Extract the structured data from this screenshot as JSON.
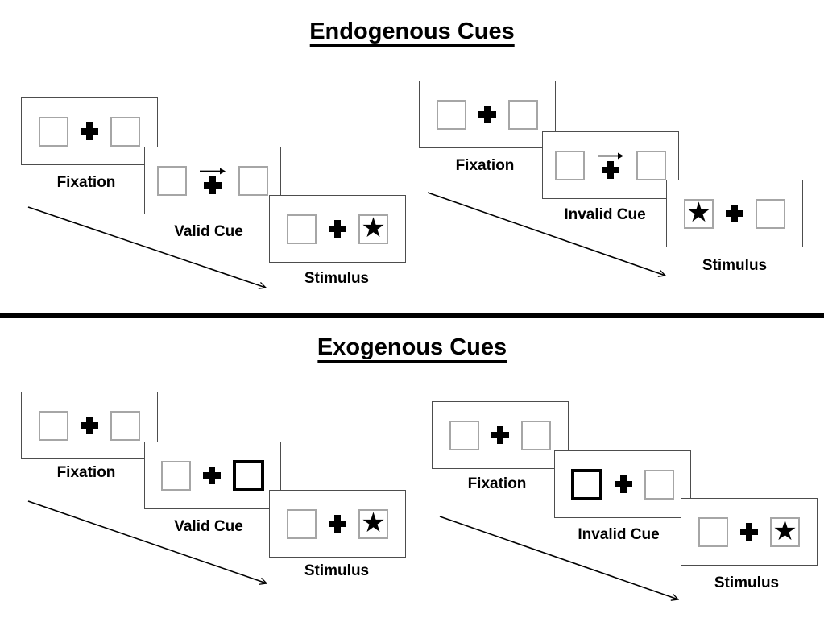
{
  "icons": {
    "star_char": "★"
  },
  "colors": {
    "background": "#ffffff",
    "panel_border": "#4d4d4d",
    "placeholder_box_border": "#a6a6a6",
    "exogenous_cue_box_border": "#000000",
    "symbol": "#000000",
    "divider": "#000000"
  },
  "sections": [
    {
      "title": "Endogenous Cues",
      "cue_style": "central arrow above fixation cross",
      "sequences": [
        {
          "name": "valid",
          "steps": [
            {
              "label": "Fixation"
            },
            {
              "label": "Valid Cue",
              "cue_side": "right",
              "cue_symbol": "right-arrow"
            },
            {
              "label": "Stimulus",
              "star_side": "right"
            }
          ]
        },
        {
          "name": "invalid",
          "steps": [
            {
              "label": "Fixation"
            },
            {
              "label": "Invalid Cue",
              "cue_side": "right",
              "cue_symbol": "right-arrow"
            },
            {
              "label": "Stimulus",
              "star_side": "left"
            }
          ]
        }
      ]
    },
    {
      "title": "Exogenous Cues",
      "cue_style": "thick-outlined peripheral box",
      "sequences": [
        {
          "name": "valid",
          "steps": [
            {
              "label": "Fixation"
            },
            {
              "label": "Valid Cue",
              "cue_side": "right",
              "cue_symbol": "highlighted-box"
            },
            {
              "label": "Stimulus",
              "star_side": "right"
            }
          ]
        },
        {
          "name": "invalid",
          "steps": [
            {
              "label": "Fixation"
            },
            {
              "label": "Invalid Cue",
              "cue_side": "left",
              "cue_symbol": "highlighted-box"
            },
            {
              "label": "Stimulus",
              "star_side": "right"
            }
          ]
        }
      ]
    }
  ]
}
